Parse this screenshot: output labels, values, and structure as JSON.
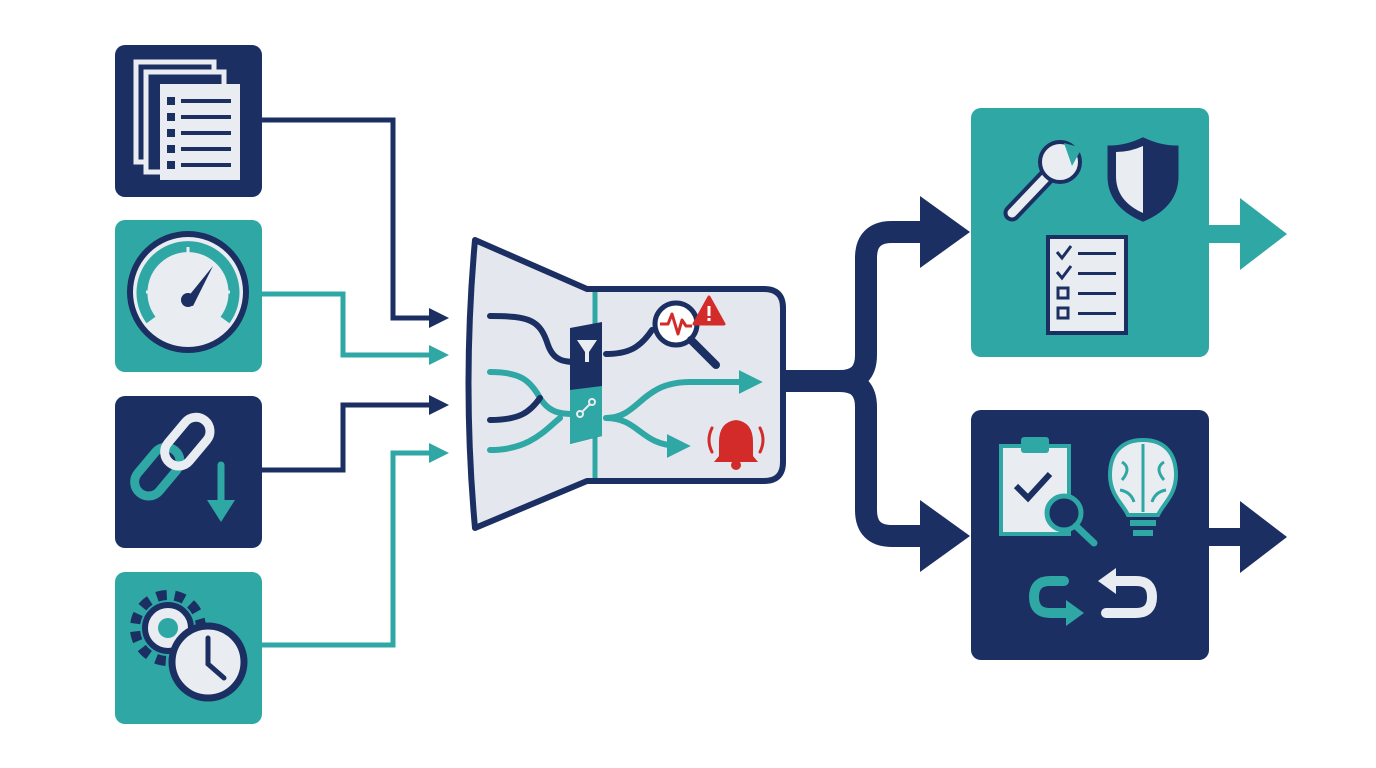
{
  "colors": {
    "navy": "#1b2f63",
    "teal": "#2fa7a4",
    "panel": "#e4e8ee",
    "paper": "#e9edf2",
    "alert_red": "#d32a2a",
    "white": "#ffffff"
  },
  "sources": [
    {
      "icon": "document-stack-icon",
      "tile_color": "navy"
    },
    {
      "icon": "gauge-icon",
      "tile_color": "teal"
    },
    {
      "icon": "chain-link-download-icon",
      "tile_color": "navy"
    },
    {
      "icon": "gear-clock-icon",
      "tile_color": "teal"
    }
  ],
  "processor": {
    "icons": [
      "funnel-filter-icon",
      "anomaly-search-icon",
      "warning-icon",
      "alert-bell-icon",
      "route-arrow-icon"
    ]
  },
  "outputs": [
    {
      "tile_color": "teal",
      "icons": [
        "wrench-icon",
        "shield-icon",
        "checklist-icon"
      ]
    },
    {
      "tile_color": "navy",
      "icons": [
        "clipboard-search-icon",
        "brain-bulb-icon",
        "cycle-arrows-icon"
      ]
    }
  ]
}
